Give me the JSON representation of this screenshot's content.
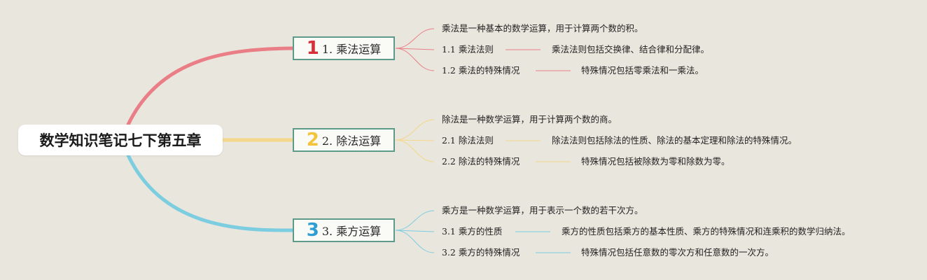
{
  "root": {
    "title": "数学知识笔记七下第五章"
  },
  "branches": [
    {
      "number": "1",
      "label": "1. 乘法运算",
      "color": "#ea7e86",
      "number_color": "#d92f3b",
      "intro": "乘法是一种基本的数学运算，用于计算两个数的积。",
      "subs": [
        {
          "label": "1.1 乘法法则",
          "detail": "乘法法则包括交换律、结合律和分配律。"
        },
        {
          "label": "1.2 乘法的特殊情况",
          "detail": "特殊情况包括零乘法和一乘法。"
        }
      ]
    },
    {
      "number": "2",
      "label": "2. 除法运算",
      "color": "#f4d78a",
      "number_color": "#f2c43d",
      "intro": "除法是一种数学运算，用于计算两个数的商。",
      "subs": [
        {
          "label": "2.1 除法法则",
          "detail": "除法法则包括除法的性质、除法的基本定理和除法的特殊情况。"
        },
        {
          "label": "2.2 除法的特殊情况",
          "detail": "特殊情况包括被除数为零和除数为零。"
        }
      ]
    },
    {
      "number": "3",
      "label": "3. 乘方运算",
      "color": "#7ccde0",
      "number_color": "#2f9ed4",
      "intro": "乘方是一种数学运算，用于表示一个数的若干次方。",
      "subs": [
        {
          "label": "3.1 乘方的性质",
          "detail": "乘方的性质包括乘方的基本性质、乘方的特殊情况和连乘积的数学归纳法。"
        },
        {
          "label": "3.2 乘方的特殊情况",
          "detail": "特殊情况包括任意数的零次方和任意数的一次方。"
        }
      ]
    }
  ]
}
